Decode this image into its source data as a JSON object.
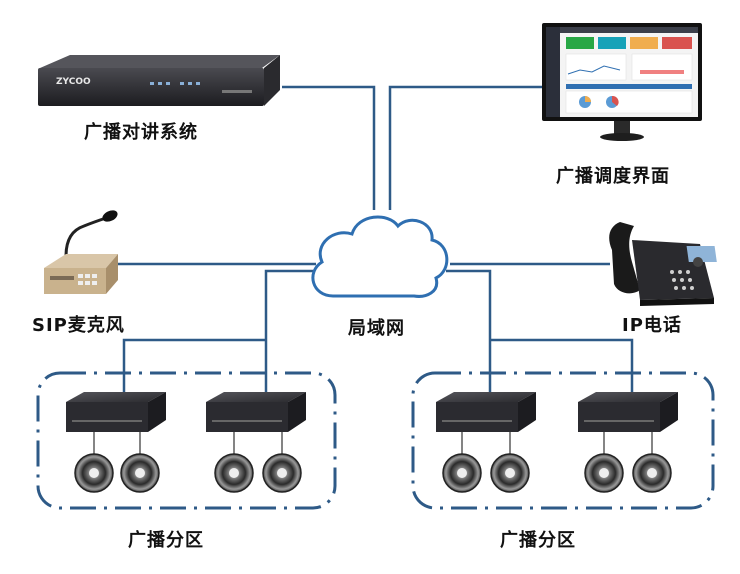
{
  "labels": {
    "broadcast_system": "广播对讲系统",
    "dispatch_ui": "广播调度界面",
    "sip_mic": "SIP麦克风",
    "lan": "局域网",
    "ip_phone": "IP电话",
    "zone_left": "广播分区",
    "zone_right": "广播分区"
  },
  "device": {
    "brand": "ZYCOO"
  },
  "colors": {
    "line": "#2e5a87",
    "zone_border": "#2e5a87",
    "cloud_stroke": "#2f6fb1",
    "device_body": "#2b2b30",
    "amp_body": "#3a3a3e"
  }
}
